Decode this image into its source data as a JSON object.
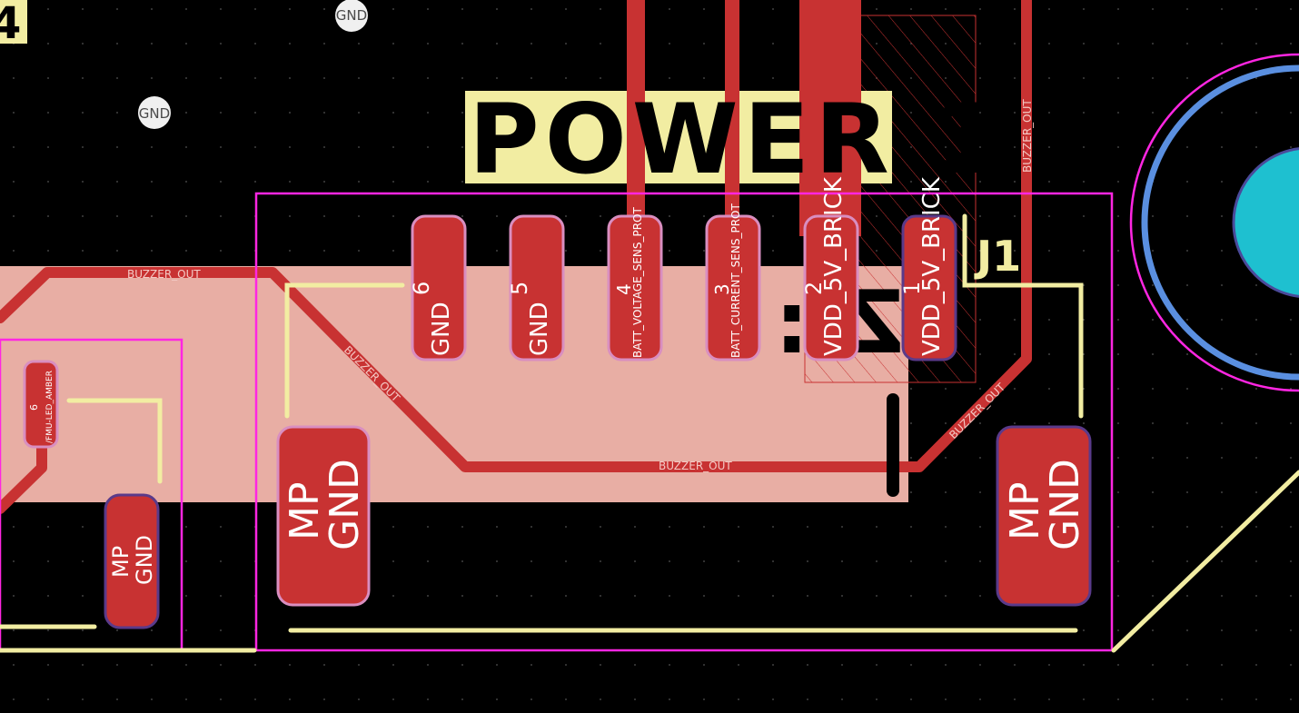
{
  "labels": {
    "silk_title": "POWER 1",
    "silk_mirrored": "ZI:",
    "ref_designator": "J1",
    "edge_partial": "4",
    "via_net_1": "GND",
    "via_net_2": "GND",
    "track_net": "BUZZER_OUT"
  },
  "pads": [
    {
      "num": "6",
      "net": "GND"
    },
    {
      "num": "5",
      "net": "GND"
    },
    {
      "num": "4",
      "net": "BATT_VOLTAGE_SENS_PROT"
    },
    {
      "num": "3",
      "net": "BATT_CURRENT_SENS_PROT"
    },
    {
      "num": "2",
      "net": "VDD_5V_BRICK"
    },
    {
      "num": "1",
      "net": "VDD_5V_BRICK"
    }
  ],
  "mount_pads": [
    {
      "line1": "MP",
      "line2": "GND"
    },
    {
      "line1": "MP",
      "line2": "GND"
    },
    {
      "line1": "MP",
      "line2": "GND"
    }
  ],
  "left_pad": {
    "num": "6",
    "net": "/FMU-LED_AMBER"
  },
  "colors": {
    "background": "#000000",
    "copper": "#c83232",
    "pad_outline": "#d98ec0",
    "silkscreen": "#f2eda2",
    "courtyard": "#ff26e2",
    "keepout_fill": "#f5c1b6",
    "hole_plated": "#1ec0d0",
    "hole_ring": "#5a8fe0"
  },
  "icons": [
    "grid-dots",
    "via",
    "smd-pad",
    "mounting-hole"
  ]
}
